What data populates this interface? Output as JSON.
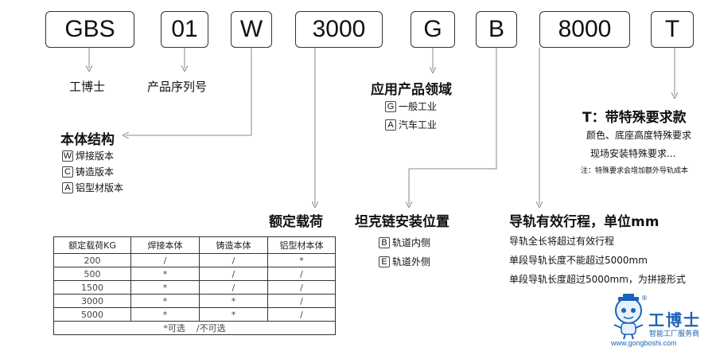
{
  "codes": [
    "GBS",
    "01",
    "W",
    "3000",
    "G",
    "B",
    "8000",
    "T"
  ],
  "labels": {
    "brand": "工博士",
    "serial": "产品序列号",
    "body_struct": "本体结构",
    "load": "额定载荷",
    "industry": "应用产品领域",
    "chain": "坦克链安装位置",
    "stroke": "导轨有效行程，单位mm",
    "custom": "T：带特殊要求款"
  },
  "body_options": [
    {
      "letter": "W",
      "text": "焊接版本"
    },
    {
      "letter": "C",
      "text": "铸造版本"
    },
    {
      "letter": "A",
      "text": "铝型材版本"
    }
  ],
  "industry_options": [
    {
      "letter": "G",
      "text": "一般工业"
    },
    {
      "letter": "A",
      "text": "汽车工业"
    }
  ],
  "chain_options": [
    {
      "letter": "B",
      "text": "轨道内侧"
    },
    {
      "letter": "E",
      "text": "轨道外侧"
    }
  ],
  "stroke_lines": [
    "导轨全长将超过有效行程",
    "单段导轨长度不能超过5000mm",
    "单段导轨长度超过5000mm，为拼接形式"
  ],
  "custom_lines": [
    "颜色、底座高度特殊要求",
    "现场安装特殊要求..."
  ],
  "custom_note": "注：特殊要求会增加额外导轨成本",
  "table": {
    "headers": [
      "额定载荷KG",
      "焊接本体",
      "铸造本体",
      "铝型材本体"
    ],
    "rows": [
      [
        "200",
        "/",
        "/",
        "*"
      ],
      [
        "500",
        "*",
        "/",
        "/"
      ],
      [
        "1500",
        "*",
        "/",
        "/"
      ],
      [
        "3000",
        "*",
        "*",
        "/"
      ],
      [
        "5000",
        "*",
        "*",
        "/"
      ]
    ],
    "note": "*可选    /不可选"
  },
  "logo": {
    "name": "工博士",
    "tagline": "智能工厂服务商",
    "url": "www.gongboshi.com",
    "registered": "®"
  },
  "colors": {
    "logo_blue": "#1a63b8",
    "line_gray": "#888888"
  }
}
